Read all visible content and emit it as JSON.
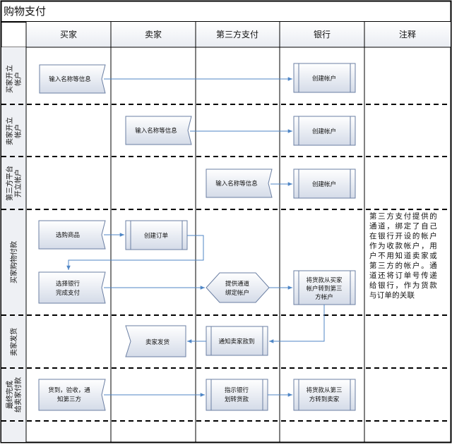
{
  "title": "购物支付",
  "headers": [
    "买家",
    "卖家",
    "第三方支付",
    "银行",
    "注释"
  ],
  "lanes": [
    {
      "line1": "买家开立",
      "line2": "帐户"
    },
    {
      "line1": "卖家开立",
      "line2": "帐户"
    },
    {
      "line1": "第三方平台",
      "line2": "开立帐户"
    },
    {
      "line1": "买家购物付款",
      "line2": ""
    },
    {
      "line1": "卖家发货",
      "line2": ""
    },
    {
      "line1": "最终完成",
      "line2": "给卖家付款"
    }
  ],
  "nodes": {
    "buyer_input": "输入名称等信息",
    "bank_create_1": "创建帐户",
    "seller_input": "输入名称等信息",
    "bank_create_2": "创建帐户",
    "third_input": "输入名称等信息",
    "bank_create_3": "创建帐户",
    "choose_goods": "选购商品",
    "create_order": "创建订单",
    "choose_bank": [
      "选择银行",
      "完成支付"
    ],
    "provide_channel": [
      "提供通道",
      "绑定帐户"
    ],
    "transfer_to_third": [
      "将货款从买家",
      "帐户转到第三",
      "方帐户"
    ],
    "notify_seller": "通知卖家款到",
    "seller_ship": "卖家发货",
    "confirm_receipt": [
      "货到，验收，通",
      "知第三方"
    ],
    "instruct_bank": [
      "指示银行",
      "划转货款"
    ],
    "transfer_to_seller": [
      "将货款从第三",
      "方转到卖家"
    ]
  },
  "note": "第三方支付提供的通道，绑定了自己在银行开设的帐户作为收款帐户，用户不用知道卖家或第三方的帐户。通道还将订单号传递给银行，作为货款与订单的关联"
}
